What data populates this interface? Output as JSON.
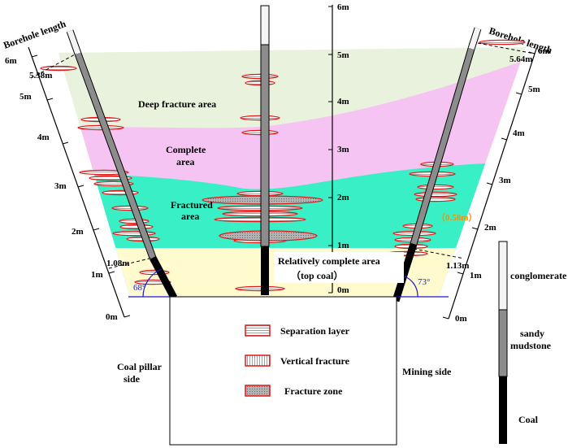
{
  "zones": {
    "deep_fracture": "Deep fracture area",
    "complete_l1": "Complete",
    "complete_l2": "area",
    "fractured_l1": "Fractured",
    "fractured_l2": "area",
    "relatively_complete": "Relatively complete area",
    "top_coal": "（top coal）",
    "gap_value": "（0.58m）"
  },
  "boreholes": {
    "title_left": "Borehole length",
    "title_right": "Borehole length",
    "left_angle": "68°",
    "right_angle": "73°",
    "left_top": "5.38m",
    "left_bottom": "1.08m",
    "right_top": "5.64m",
    "right_bottom": "1.13m"
  },
  "scales": {
    "left_ticks": [
      "0m",
      "1m",
      "2m",
      "3m",
      "4m",
      "5m",
      "6m"
    ],
    "center_ticks": [
      "0m",
      "1m",
      "2m",
      "3m",
      "4m",
      "5m",
      "6m"
    ],
    "right_ticks": [
      "0m",
      "1m",
      "2m",
      "3m",
      "4m",
      "5m",
      "6m"
    ]
  },
  "legend": {
    "separation": "Separation layer",
    "vertical": "Vertical fracture",
    "zone": "Fracture zone"
  },
  "sides": {
    "pillar_l1": "Coal pillar",
    "pillar_l2": "side",
    "mining": "Mining side"
  },
  "strata": {
    "conglomerate": "conglomerate",
    "sandy_l1": "sandy",
    "sandy_l2": "mudstone",
    "coal": "Coal"
  },
  "colors": {
    "deep": "#e9f2dc",
    "complete": "#f6c4f2",
    "fractured": "#39f0c6",
    "relatively": "#fffbcf",
    "fracture_mark": "#e01818",
    "angle": "#1a1ad0",
    "gap": "#ff8c00"
  }
}
